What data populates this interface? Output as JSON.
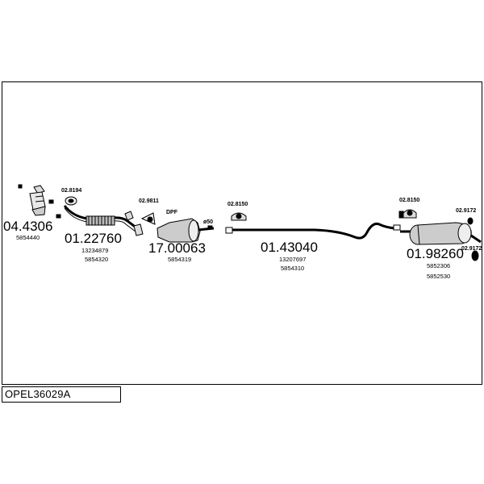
{
  "diagram": {
    "code": "OPEL36029A",
    "parts": [
      {
        "number": "04.4306",
        "refs": [
          "5854440"
        ]
      },
      {
        "number": "01.22760",
        "refs": [
          "13234879",
          "5854320"
        ]
      },
      {
        "number": "17.00063",
        "refs": [
          "5854319"
        ],
        "tag": "DPF"
      },
      {
        "number": "01.43040",
        "refs": [
          "13207697",
          "5854310"
        ]
      },
      {
        "number": "01.98260",
        "refs": [
          "5852306",
          "5852530"
        ]
      }
    ],
    "fittings": [
      "02.8194",
      "02.9811",
      "02.8150",
      "02.8150",
      "02.9172",
      "02.9172"
    ],
    "diameter_label": "ø50"
  }
}
